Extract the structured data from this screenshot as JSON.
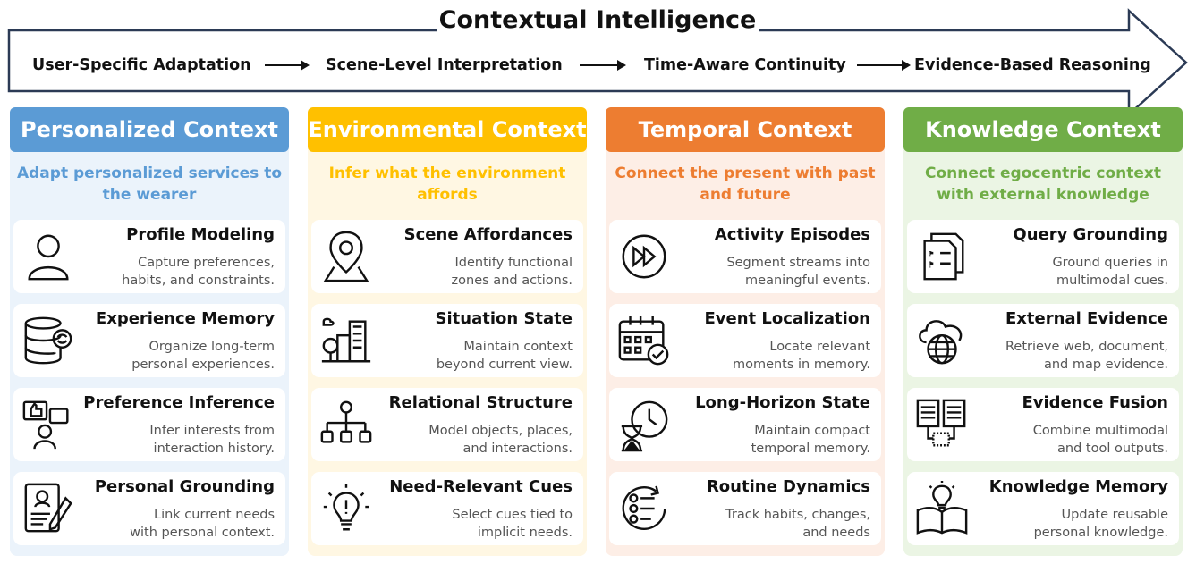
{
  "banner": {
    "title": "Contextual Intelligence",
    "steps": [
      "User-Specific Adaptation",
      "Scene-Level Interpretation",
      "Time-Aware Continuity",
      "Evidence-Based Reasoning"
    ]
  },
  "columns": [
    {
      "header": "Personalized Context",
      "subtitle": "Adapt personalized services\nto the wearer",
      "color": "#5b9bd5",
      "bg": "#ebf3fb",
      "cards": [
        {
          "title": "Profile Modeling",
          "desc": "Capture preferences,\nhabits, and constraints.",
          "icon": "user-profile-icon"
        },
        {
          "title": "Experience Memory",
          "desc": "Organize long-term\npersonal experiences.",
          "icon": "database-sync-icon"
        },
        {
          "title": "Preference Inference",
          "desc": "Infer interests from\ninteraction history.",
          "icon": "thumbs-up-person-icon"
        },
        {
          "title": "Personal Grounding",
          "desc": "Link current needs\nwith personal context.",
          "icon": "profile-document-pen-icon"
        }
      ]
    },
    {
      "header": "Environmental Context",
      "subtitle": "Infer what the environment\naffords",
      "color": "#ffc000",
      "bg": "#fff7e3",
      "cards": [
        {
          "title": "Scene Affordances",
          "desc": "Identify functional\nzones and actions.",
          "icon": "location-pin-map-icon"
        },
        {
          "title": "Situation State",
          "desc": "Maintain context\nbeyond current view.",
          "icon": "city-buildings-icon"
        },
        {
          "title": "Relational Structure",
          "desc": "Model objects, places,\nand interactions.",
          "icon": "hierarchy-tree-icon"
        },
        {
          "title": "Need-Relevant Cues",
          "desc": "Select cues tied to\nimplicit needs.",
          "icon": "lightbulb-alert-icon"
        }
      ]
    },
    {
      "header": "Temporal Context",
      "subtitle": "Connect the present with\npast and future",
      "color": "#ed7d31",
      "bg": "#fdeee6",
      "cards": [
        {
          "title": "Activity Episodes",
          "desc": "Segment streams into\nmeaningful events.",
          "icon": "fast-forward-icon"
        },
        {
          "title": "Event Localization",
          "desc": "Locate relevant\nmoments in memory.",
          "icon": "calendar-check-icon"
        },
        {
          "title": "Long-Horizon State",
          "desc": "Maintain compact\ntemporal memory.",
          "icon": "hourglass-clock-icon"
        },
        {
          "title": "Routine Dynamics",
          "desc": "Track habits, changes,\nand needs",
          "icon": "checklist-cycle-icon"
        }
      ]
    },
    {
      "header": "Knowledge Context",
      "subtitle": "Connect egocentric context\nwith external knowledge",
      "color": "#70ad47",
      "bg": "#ebf5e4",
      "cards": [
        {
          "title": "Query Grounding",
          "desc": "Ground queries in\nmultimodal cues.",
          "icon": "question-documents-icon"
        },
        {
          "title": "External Evidence",
          "desc": "Retrieve web, document,\nand map evidence.",
          "icon": "cloud-globe-icon"
        },
        {
          "title": "Evidence Fusion",
          "desc": "Combine multimodal\nand tool outputs.",
          "icon": "documents-merge-icon"
        },
        {
          "title": "Knowledge Memory",
          "desc": "Update reusable\npersonal knowledge.",
          "icon": "book-lightbulb-icon"
        }
      ]
    }
  ]
}
